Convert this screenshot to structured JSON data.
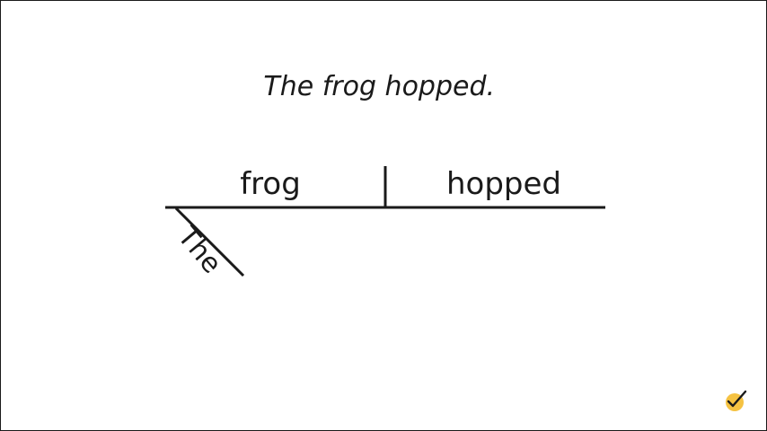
{
  "sentence": "The frog hopped.",
  "diagram": {
    "subject": "frog",
    "predicate": "hopped",
    "modifier": "The"
  },
  "colors": {
    "strike": "#c1272d",
    "ink": "#1a1a1a",
    "check_badge": "#f5c242"
  },
  "icons": {
    "corner": "checkmark-badge-icon"
  }
}
